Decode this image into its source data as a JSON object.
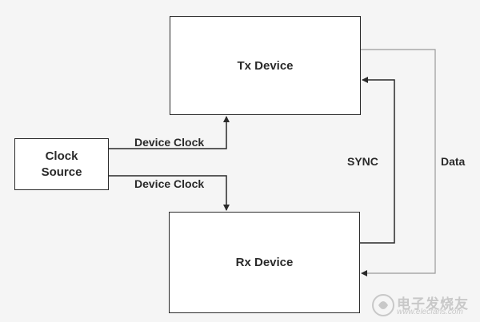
{
  "boxes": {
    "tx": "Tx Device",
    "rx": "Rx Device",
    "clock_line1": "Clock",
    "clock_line2": "Source"
  },
  "signals": {
    "device_clock_top": "Device Clock",
    "device_clock_bottom": "Device Clock",
    "sync": "SYNC",
    "data": "Data"
  },
  "watermark": {
    "text": "电子发烧友",
    "url": "www.elecfans.com"
  },
  "colors": {
    "line": "#2a2a2a",
    "data_line": "#9a9a9a",
    "background": "#f5f5f5",
    "watermark": "#c8c8c8"
  }
}
